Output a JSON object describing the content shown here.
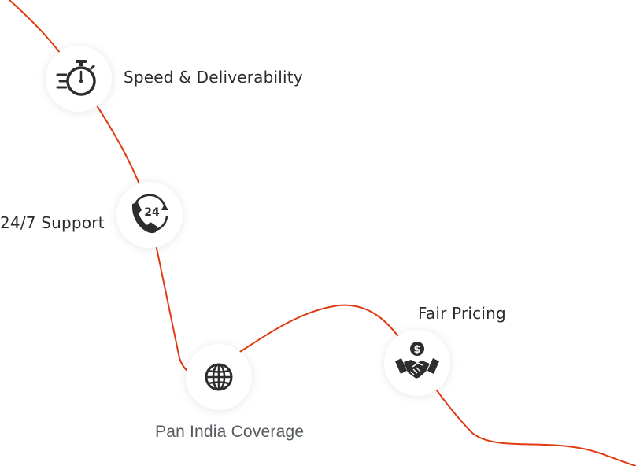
{
  "features": [
    {
      "id": "speed",
      "label": "Speed & Deliverability",
      "icon": "stopwatch-icon"
    },
    {
      "id": "support",
      "label": "24/7 Support",
      "icon": "phone-24-icon",
      "icon_text": "24"
    },
    {
      "id": "coverage",
      "label": "Pan India Coverage",
      "icon": "globe-icon"
    },
    {
      "id": "pricing",
      "label": "Fair Pricing",
      "icon": "handshake-dollar-icon",
      "icon_text": "$"
    }
  ],
  "colors": {
    "path": "#e03a12",
    "icon": "#2d2d2d",
    "label": "#2b2b2b",
    "label_alt": "#555a5e",
    "node_bg": "#ffffff"
  }
}
